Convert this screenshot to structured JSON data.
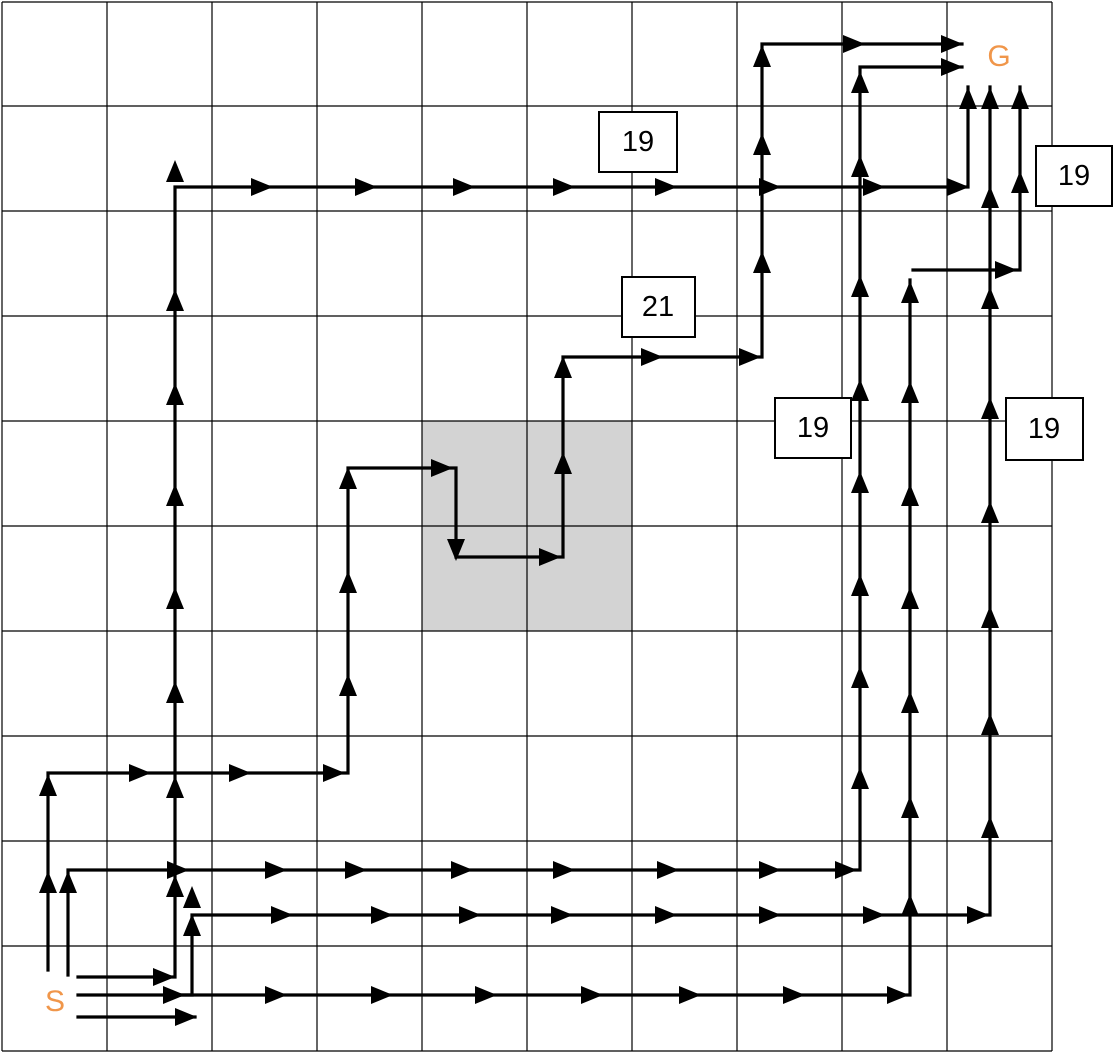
{
  "grid": {
    "rows": 10,
    "cols": 10
  },
  "colors": {
    "line": "#000000",
    "obstacle": "#d3d3d3",
    "endpoint": "#f0964a"
  },
  "labels": {
    "start": "S",
    "goal": "G"
  },
  "costs": [
    "19",
    "21",
    "19",
    "19",
    "19"
  ]
}
